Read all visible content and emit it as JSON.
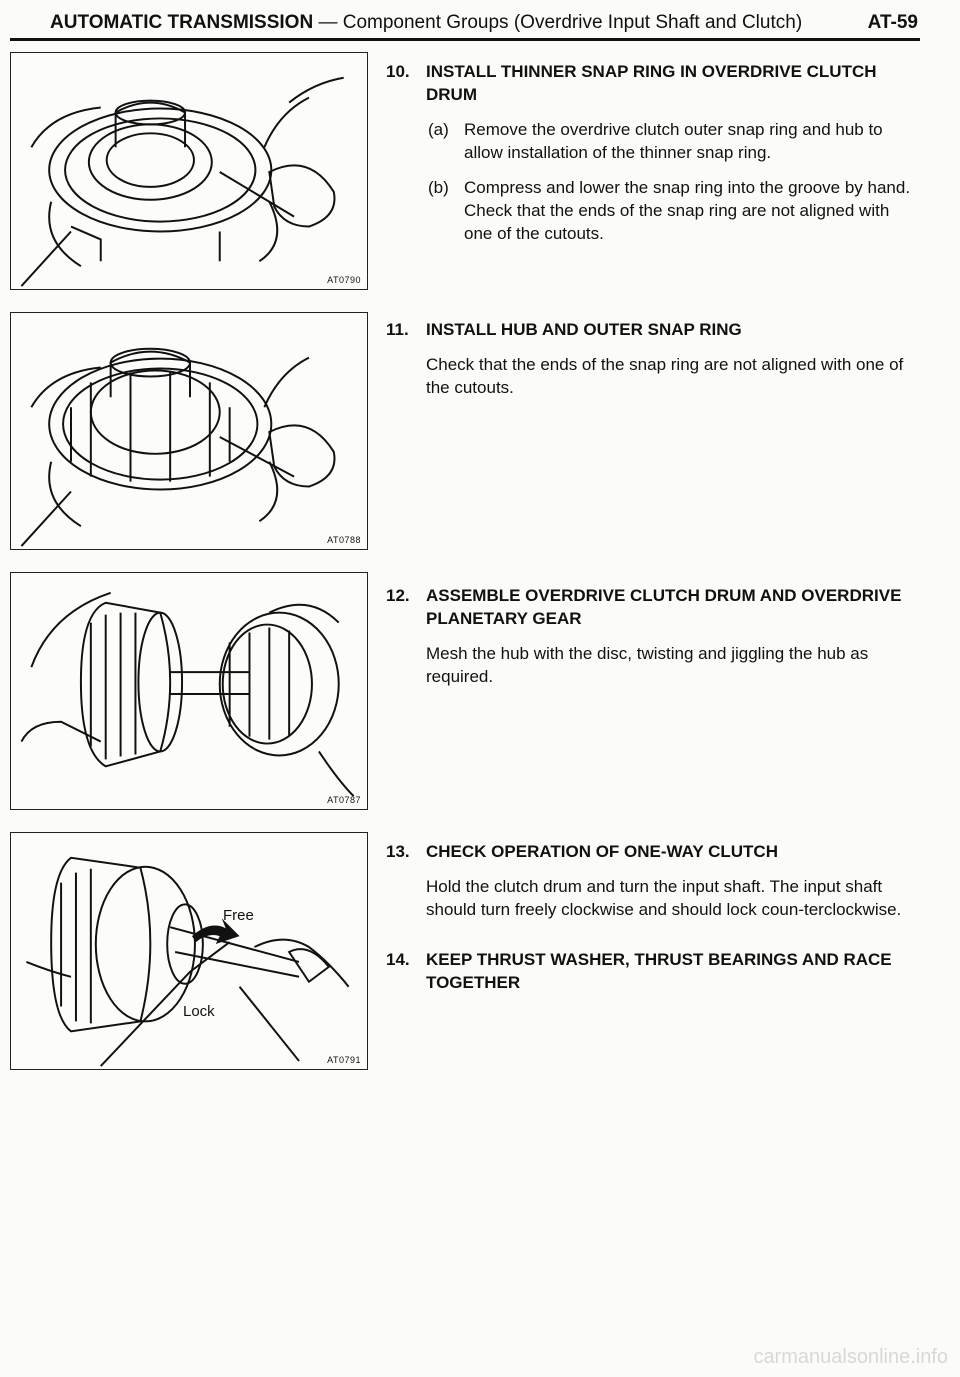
{
  "header": {
    "section": "AUTOMATIC TRANSMISSION",
    "subtitle": " — Component Groups (Overdrive Input Shaft and Clutch)",
    "page": "AT-59"
  },
  "figures": [
    {
      "code": "AT0790"
    },
    {
      "code": "AT0788"
    },
    {
      "code": "AT0787"
    },
    {
      "code": "AT0791",
      "label_free": "Free",
      "label_lock": "Lock"
    }
  ],
  "steps": [
    {
      "num": "10.",
      "title": "INSTALL THINNER SNAP RING IN OVERDRIVE CLUTCH DRUM",
      "subs": [
        {
          "label": "(a)",
          "text": "Remove the overdrive clutch outer snap ring and hub to allow installation of the thinner snap ring."
        },
        {
          "label": "(b)",
          "text": "Compress and lower the snap ring into the groove by hand. Check that the ends of the snap ring are not aligned with one of the cutouts."
        }
      ]
    },
    {
      "num": "11.",
      "title": "INSTALL HUB AND OUTER SNAP RING",
      "body": "Check that the ends of the snap ring are not aligned with one of the cutouts."
    },
    {
      "num": "12.",
      "title": "ASSEMBLE OVERDRIVE CLUTCH DRUM AND OVERDRIVE PLANETARY GEAR",
      "body": "Mesh the hub with the disc, twisting and jiggling the hub as required."
    },
    {
      "num": "13.",
      "title": "CHECK OPERATION OF ONE-WAY CLUTCH",
      "body": "Hold the clutch drum and turn the input shaft. The input shaft should turn freely clockwise and should lock coun-terclockwise."
    },
    {
      "num": "14.",
      "title": "KEEP THRUST WASHER, THRUST BEARINGS AND RACE TOGETHER"
    }
  ],
  "watermark": "carmanualsonline.info"
}
